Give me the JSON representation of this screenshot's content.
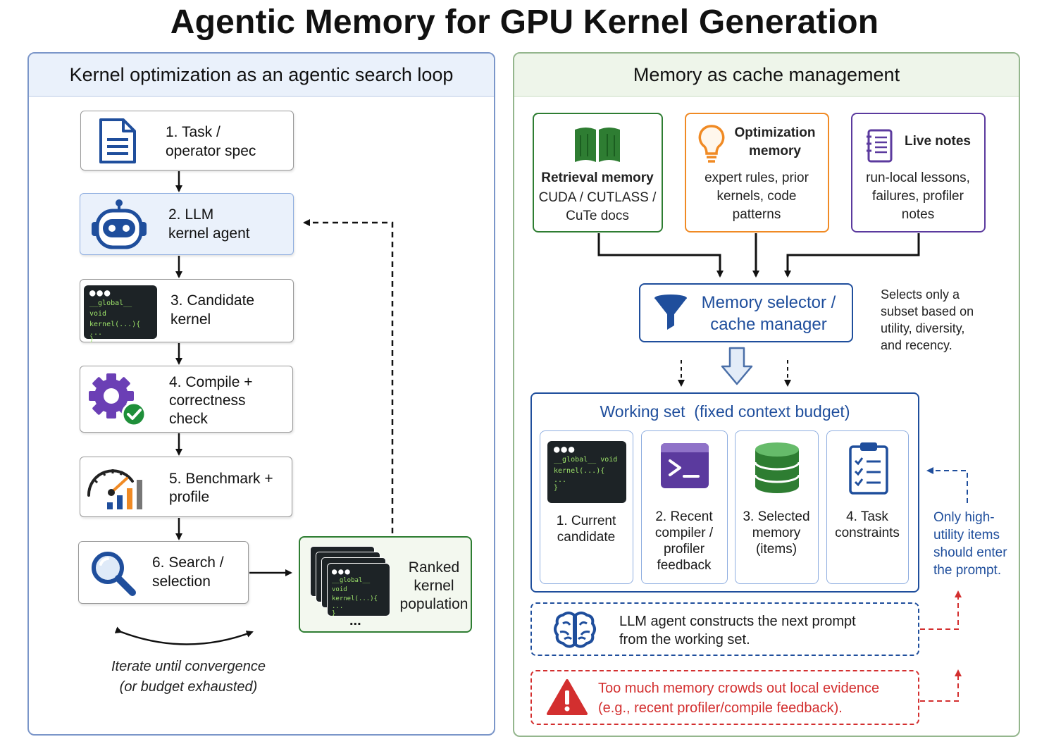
{
  "title": "Agentic Memory for GPU Kernel Generation",
  "left_panel": {
    "header": "Kernel optimization as an agentic search loop",
    "steps": [
      {
        "label": "1. Task /\noperator spec",
        "icon": "document-icon"
      },
      {
        "label": "2. LLM\nkernel agent",
        "icon": "robot-icon"
      },
      {
        "label": "3. Candidate\nkernel",
        "icon": "code-window-icon"
      },
      {
        "label": "4. Compile +\ncorrectness\ncheck",
        "icon": "gear-check-icon"
      },
      {
        "label": "5. Benchmark +\nprofile",
        "icon": "gauge-bars-icon"
      },
      {
        "label": "6. Search /\nselection",
        "icon": "magnifier-icon"
      }
    ],
    "code_snippet": {
      "line1": "__global__ void",
      "line2": "kernel(...){",
      "line3": "...",
      "line4": "}"
    },
    "population_label": "Ranked\nkernel\npopulation",
    "population_ellipsis": "...",
    "iterate_line1": "Iterate until convergence",
    "iterate_line2": "(or budget exhausted)"
  },
  "right_panel": {
    "header": "Memory as cache management",
    "cards": [
      {
        "title": "Retrieval memory",
        "text": "CUDA / CUTLASS /\nCuTe docs",
        "color": "#2e7d32",
        "icon": "open-book-icon"
      },
      {
        "title": "Optimization\nmemory",
        "text": "expert rules, prior\nkernels, code\npatterns",
        "color": "#f08a24",
        "icon": "lightbulb-icon"
      },
      {
        "title": "Live notes",
        "text": "run-local lessons,\nfailures, profiler\nnotes",
        "color": "#5b3a9e",
        "icon": "notepad-icon"
      }
    ],
    "selector_label": "Memory selector /\ncache manager",
    "selector_note": "Selects only a\nsubset based on\nutility, diversity,\nand recency.",
    "working_set_title": "Working set  (fixed context budget)",
    "working_items": [
      {
        "label": "1. Current\ncandidate",
        "icon": "code-window-icon"
      },
      {
        "label": "2. Recent\ncompiler /\nprofiler\nfeedback",
        "icon": "terminal-icon"
      },
      {
        "label": "3. Selected\nmemory\n(items)",
        "icon": "database-icon"
      },
      {
        "label": "4. Task\nconstraints",
        "icon": "checklist-icon"
      }
    ],
    "high_utility_note": "Only high-\nutility items\nshould enter\nthe prompt.",
    "prompt_text": "LLM agent constructs the next prompt\nfrom the working set.",
    "warning_text": "Too much memory crowds out local evidence\n(e.g., recent profiler/compile feedback).",
    "colors": {
      "blue": "#1f4e9c",
      "red": "#d32f2f",
      "green": "#2e7d32"
    }
  }
}
